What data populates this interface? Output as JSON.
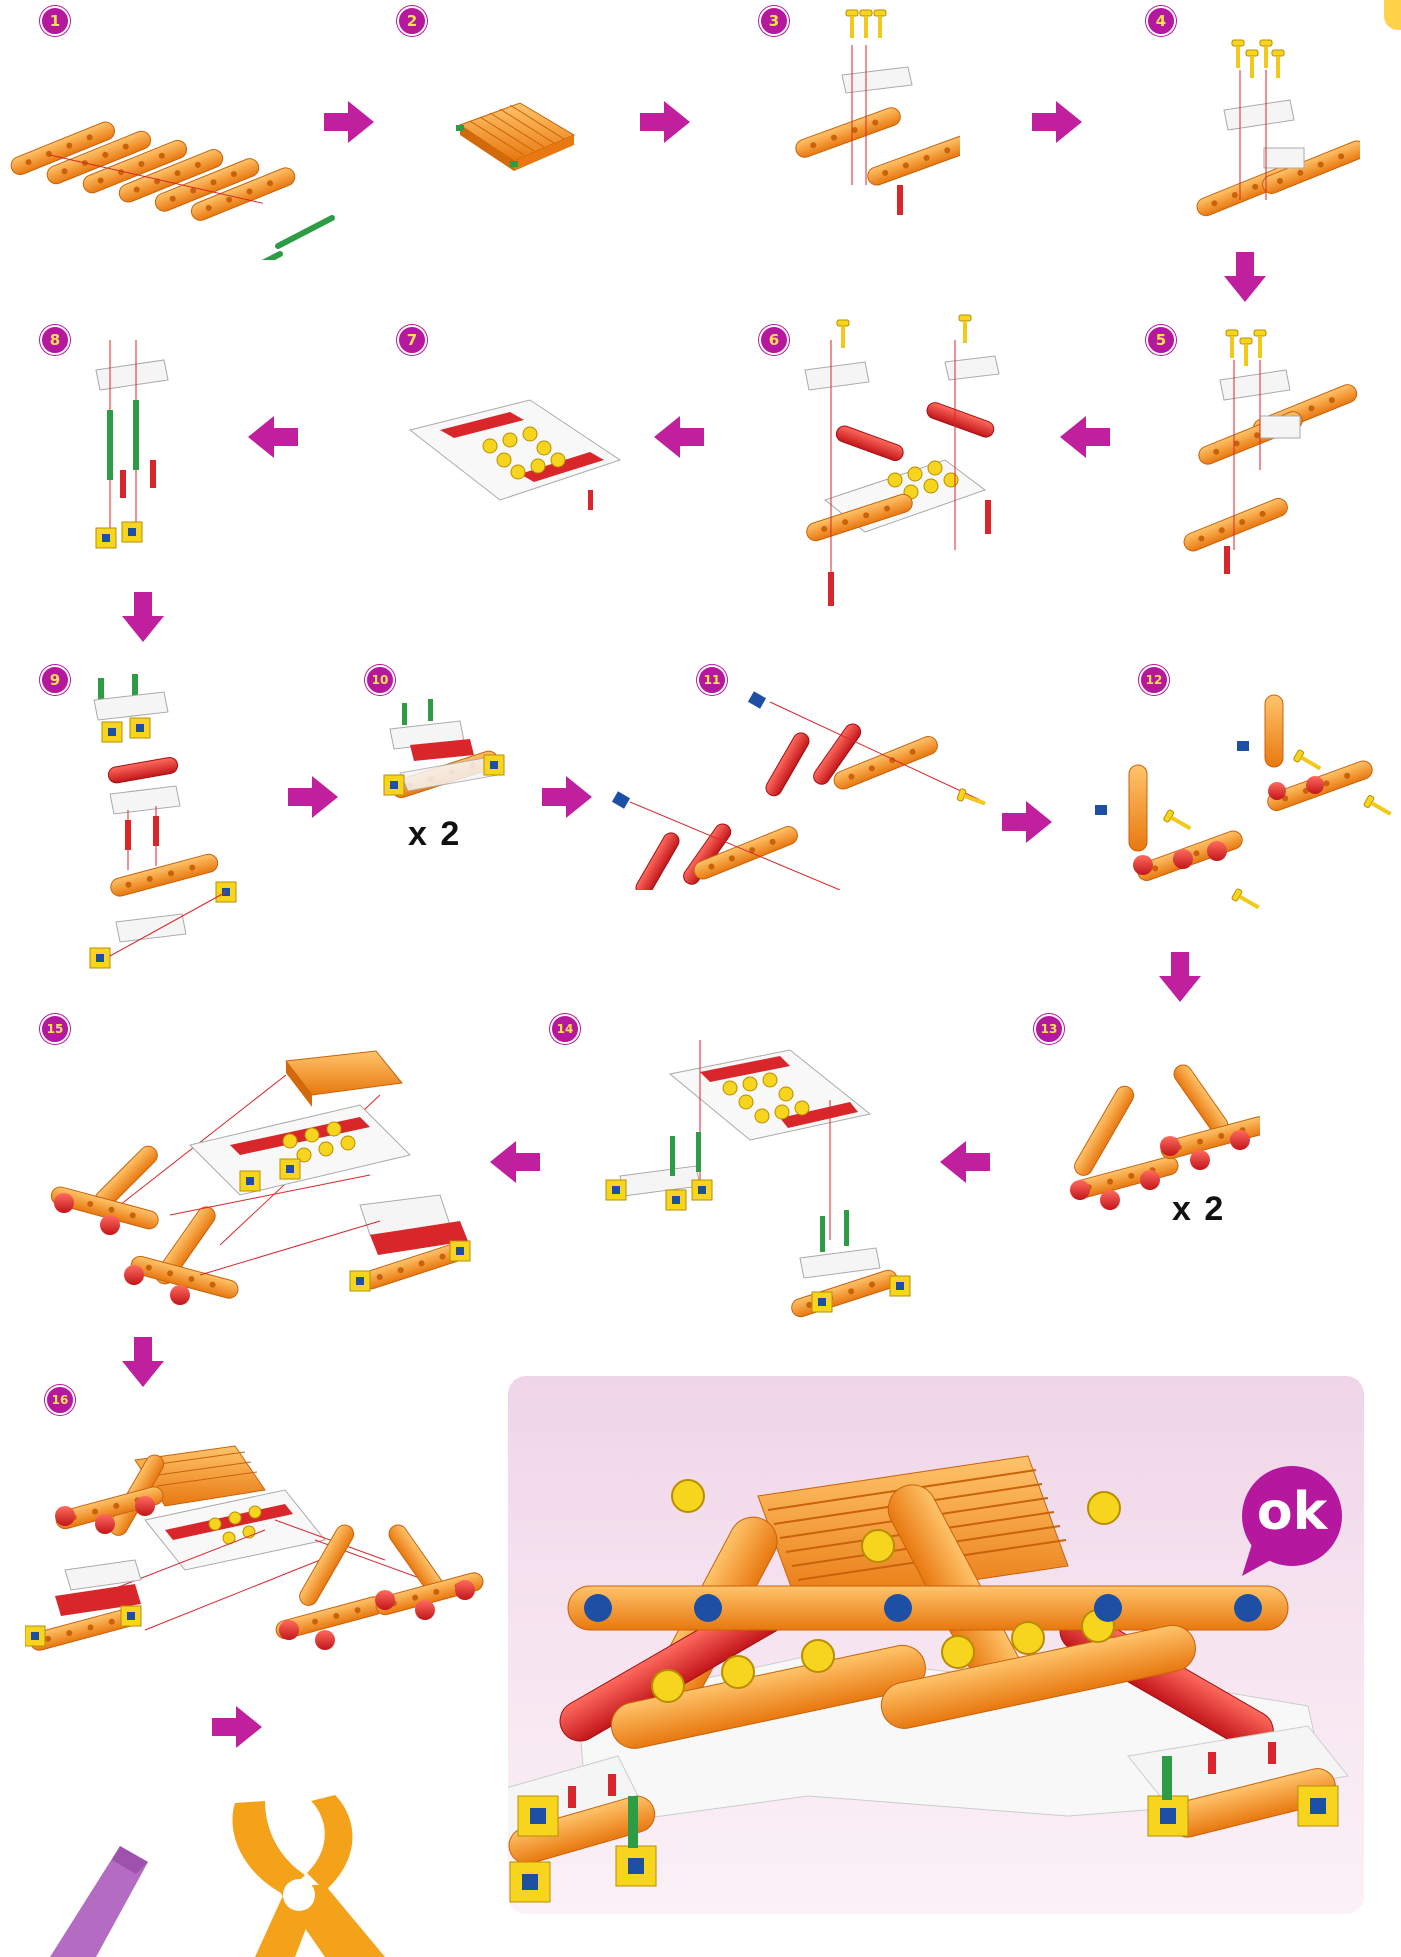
{
  "colors": {
    "badge": "#b5179e",
    "badge_text": "#ffe14d",
    "arrow": "#c01f9e",
    "orange": "#f28a1e",
    "red": "#d9262a",
    "yellow": "#f7d51e",
    "blue": "#1d4fa5",
    "green": "#2e9c45",
    "panel": "#f1d9ea"
  },
  "steps": [
    "1",
    "2",
    "3",
    "4",
    "5",
    "6",
    "7",
    "8",
    "9",
    "10",
    "11",
    "12",
    "13",
    "14",
    "15",
    "16"
  ],
  "multipliers": {
    "step10": "x 2",
    "step13": "x 2"
  },
  "final": {
    "ok_label": "ok"
  },
  "icons": [
    "arrow-right-icon",
    "arrow-left-icon",
    "arrow-down-icon",
    "screwdriver-icon",
    "pliers-icon",
    "ok-speech-bubble-icon"
  ]
}
